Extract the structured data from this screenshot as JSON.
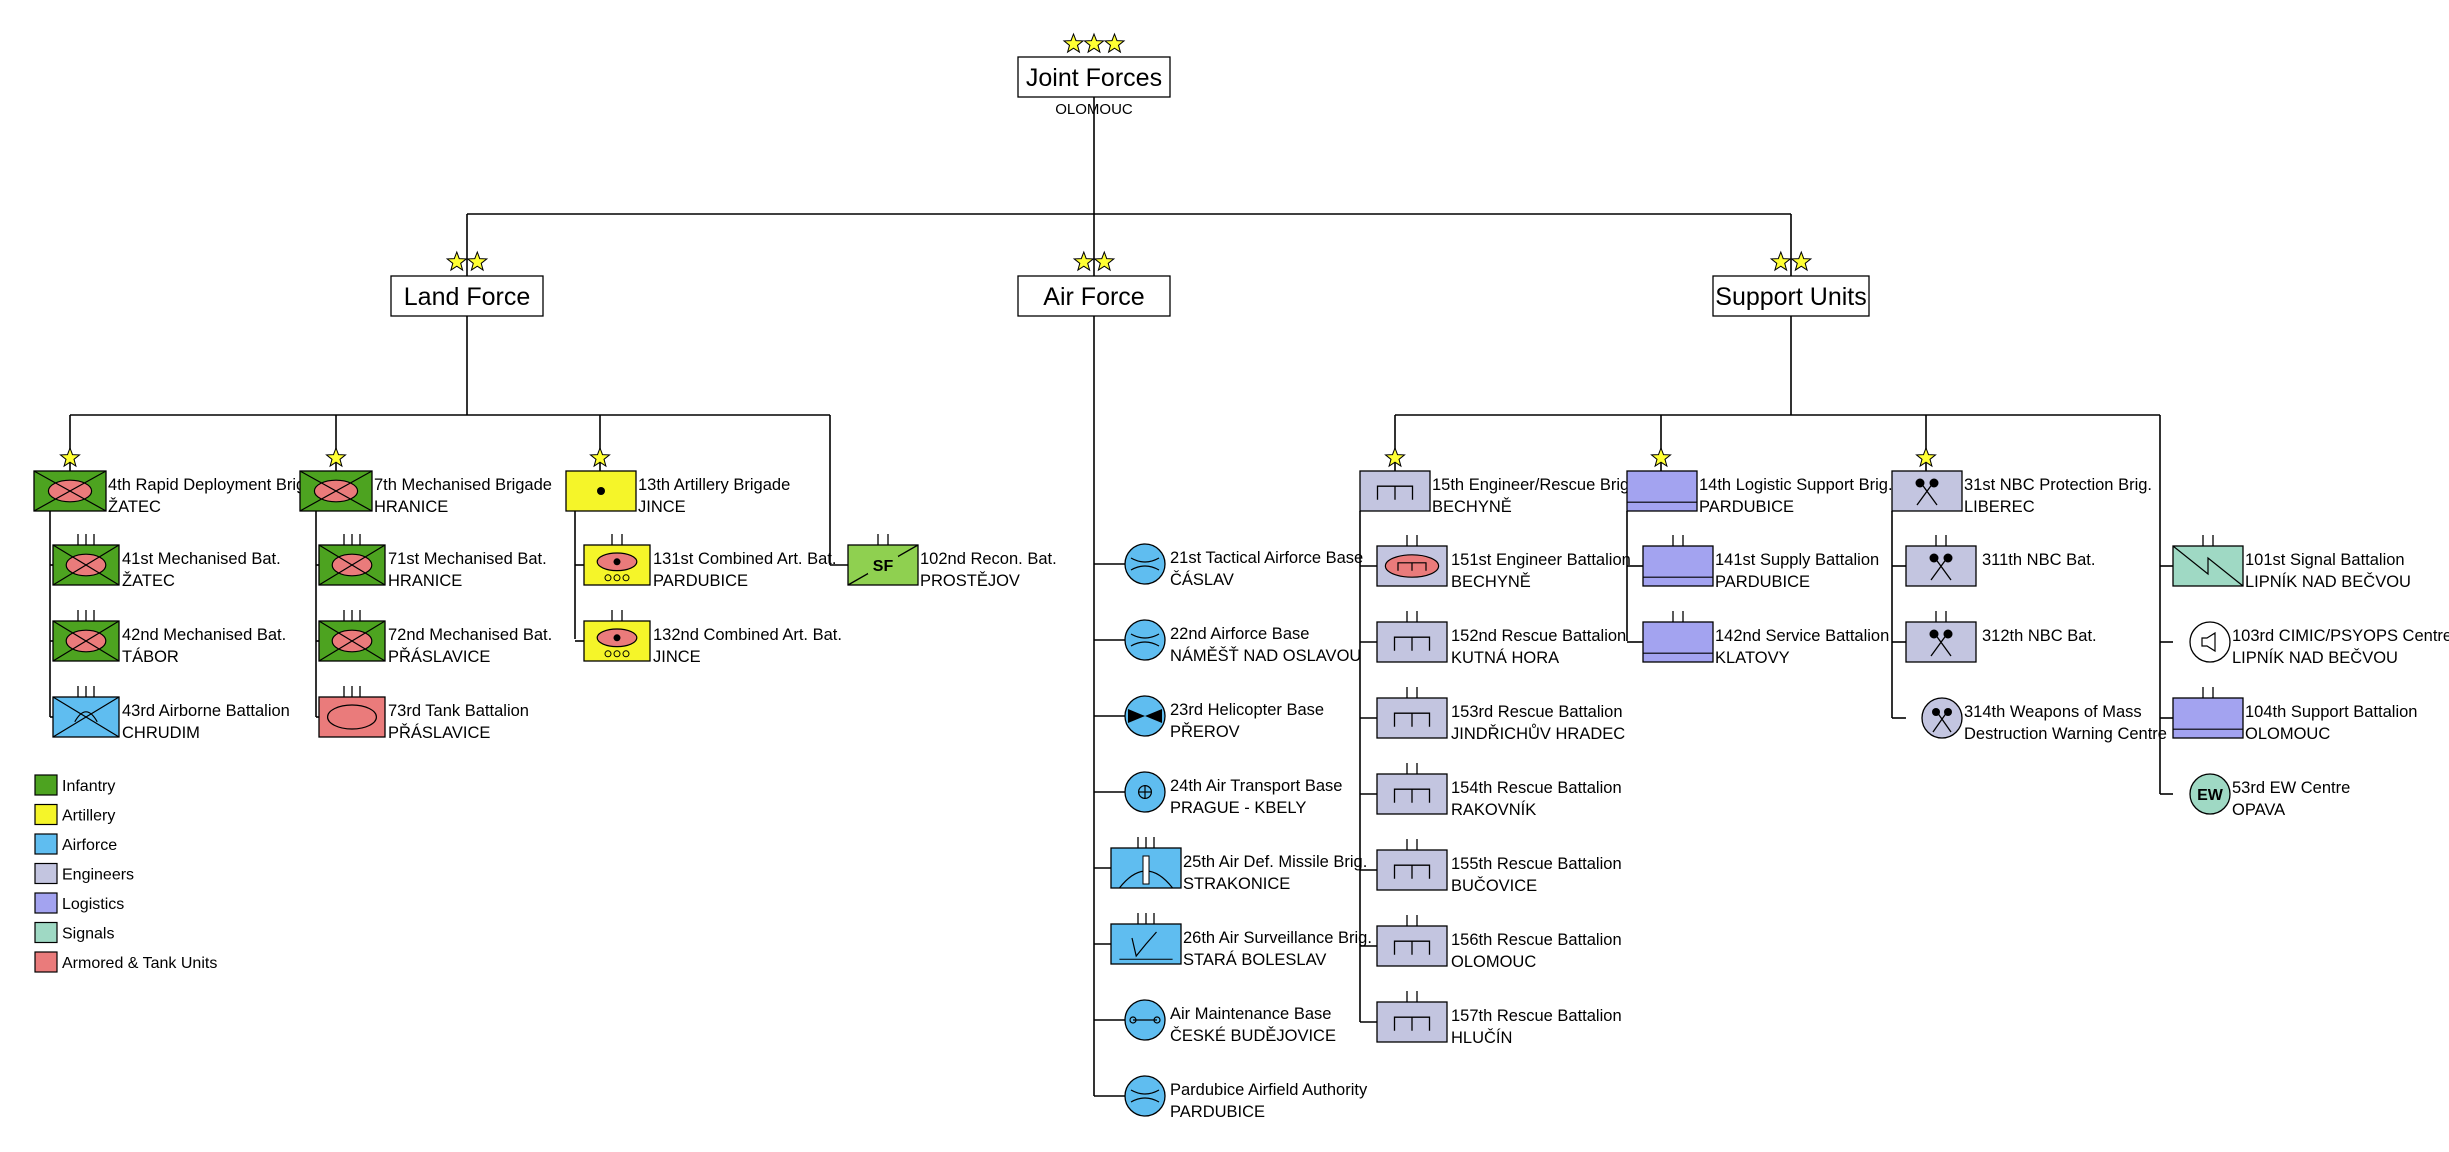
{
  "colors": {
    "infantry": "#4da320",
    "artillery": "#f5f529",
    "airforce": "#5fbdf0",
    "engineers": "#c3c5e0",
    "logistics": "#a3a3f0",
    "signals": "#9fd9c4",
    "armored": "#ea7b7b",
    "star": "#ffff33"
  },
  "hq": {
    "title": "Joint Forces",
    "location": "OLOMOUC"
  },
  "commands": {
    "land": {
      "title": "Land Force"
    },
    "air": {
      "title": "Air Force"
    },
    "support": {
      "title": "Support Units"
    }
  },
  "land": {
    "rapid": {
      "head": {
        "name": "4th Rapid Deployment Brig.",
        "location": "ŽATEC",
        "icon": "infantry-mech-icon"
      },
      "units": [
        {
          "name": "41st Mechanised Bat.",
          "location": "ŽATEC",
          "icon": "infantry-mech-icon"
        },
        {
          "name": "42nd Mechanised Bat.",
          "location": "TÁBOR",
          "icon": "infantry-mech-icon"
        },
        {
          "name": "43rd Airborne Battalion",
          "location": "CHRUDIM",
          "icon": "airborne-icon"
        }
      ]
    },
    "mech7": {
      "head": {
        "name": "7th Mechanised Brigade",
        "location": "HRANICE",
        "icon": "infantry-mech-icon"
      },
      "units": [
        {
          "name": "71st Mechanised Bat.",
          "location": "HRANICE",
          "icon": "infantry-mech-icon"
        },
        {
          "name": "72nd Mechanised Bat.",
          "location": "PŘÁSLAVICE",
          "icon": "infantry-mech-icon"
        },
        {
          "name": "73rd Tank Battalion",
          "location": "PŘÁSLAVICE",
          "icon": "tank-icon"
        }
      ]
    },
    "art13": {
      "head": {
        "name": "13th Artillery Brigade",
        "location": "JINCE",
        "icon": "artillery-icon"
      },
      "units": [
        {
          "name": "131st Combined Art. Bat.",
          "location": "PARDUBICE",
          "icon": "sp-artillery-icon"
        },
        {
          "name": "132nd Combined Art. Bat.",
          "location": "JINCE",
          "icon": "sp-artillery-icon"
        }
      ]
    },
    "recon": {
      "name": "102nd Recon. Bat.",
      "location": "PROSTĚJOV",
      "icon": "special-forces-icon",
      "badge": "SF"
    }
  },
  "air": [
    {
      "name": "21st Tactical Airforce Base",
      "location": "ČÁSLAV",
      "icon": "airbase-icon"
    },
    {
      "name": "22nd Airforce Base",
      "location": "NÁMĚŠŤ NAD OSLAVOU",
      "icon": "airbase-icon"
    },
    {
      "name": "23rd Helicopter Base",
      "location": "PŘEROV",
      "icon": "helicopter-icon"
    },
    {
      "name": "24th Air Transport Base",
      "location": "PRAGUE - KBELY",
      "icon": "air-transport-icon"
    },
    {
      "name": "25th Air Def. Missile Brig.",
      "location": "STRAKONICE",
      "icon": "air-defense-icon"
    },
    {
      "name": "26th Air Surveillance Brig.",
      "location": "STARÁ BOLESLAV",
      "icon": "radar-icon"
    },
    {
      "name": "Air Maintenance Base",
      "location": "ČESKÉ BUDĚJOVICE",
      "icon": "maintenance-icon"
    },
    {
      "name": "Pardubice Airfield Authority",
      "location": "PARDUBICE",
      "icon": "airbase-icon"
    }
  ],
  "support": {
    "eng15": {
      "head": {
        "name": "15th Engineer/Rescue Brig.",
        "location": "BECHYNĚ",
        "icon": "engineer-icon"
      },
      "units": [
        {
          "name": "151st Engineer Battalion",
          "location": "BECHYNĚ",
          "icon": "armored-engineer-icon"
        },
        {
          "name": "152nd Rescue Battalion",
          "location": "KUTNÁ HORA",
          "icon": "engineer-icon"
        },
        {
          "name": "153rd Rescue Battalion",
          "location": "JINDŘICHŮV HRADEC",
          "icon": "engineer-icon"
        },
        {
          "name": "154th Rescue Battalion",
          "location": "RAKOVNÍK",
          "icon": "engineer-icon"
        },
        {
          "name": "155th Rescue Battalion",
          "location": "BUČOVICE",
          "icon": "engineer-icon"
        },
        {
          "name": "156th Rescue Battalion",
          "location": "OLOMOUC",
          "icon": "engineer-icon"
        },
        {
          "name": "157th Rescue Battalion",
          "location": "HLUČÍN",
          "icon": "engineer-icon"
        }
      ]
    },
    "log14": {
      "head": {
        "name": "14th Logistic Support Brig.",
        "location": "PARDUBICE",
        "icon": "logistics-icon"
      },
      "units": [
        {
          "name": "141st Supply Battalion",
          "location": "PARDUBICE",
          "icon": "logistics-icon"
        },
        {
          "name": "142nd Service Battalion",
          "location": "KLATOVY",
          "icon": "logistics-icon"
        }
      ]
    },
    "nbc31": {
      "head": {
        "name": "31st NBC Protection Brig.",
        "location": "LIBEREC",
        "icon": "nbc-icon"
      },
      "units": [
        {
          "name": "311th NBC Bat.",
          "location": "",
          "icon": "nbc-icon"
        },
        {
          "name": "312th NBC Bat.",
          "location": "",
          "icon": "nbc-icon"
        },
        {
          "name": "314th Weapons of Mass",
          "location": "Destruction Warning Centre",
          "icon": "nbc-warning-icon"
        }
      ]
    },
    "direct": [
      {
        "name": "101st Signal Battalion",
        "location": "LIPNÍK NAD BEČVOU",
        "icon": "signal-icon"
      },
      {
        "name": "103rd CIMIC/PSYOPS Centre",
        "location": "LIPNÍK NAD BEČVOU",
        "icon": "psyops-icon"
      },
      {
        "name": "104th Support Battalion",
        "location": "OLOMOUC",
        "icon": "logistics-icon"
      },
      {
        "name": "53rd EW Centre",
        "location": "OPAVA",
        "icon": "ew-icon",
        "badge": "EW"
      }
    ]
  },
  "legend": [
    {
      "key": "infantry",
      "label": "Infantry"
    },
    {
      "key": "artillery",
      "label": "Artillery"
    },
    {
      "key": "airforce",
      "label": "Airforce"
    },
    {
      "key": "engineers",
      "label": "Engineers"
    },
    {
      "key": "logistics",
      "label": "Logistics"
    },
    {
      "key": "signals",
      "label": "Signals"
    },
    {
      "key": "armored",
      "label": "Armored & Tank Units"
    }
  ]
}
